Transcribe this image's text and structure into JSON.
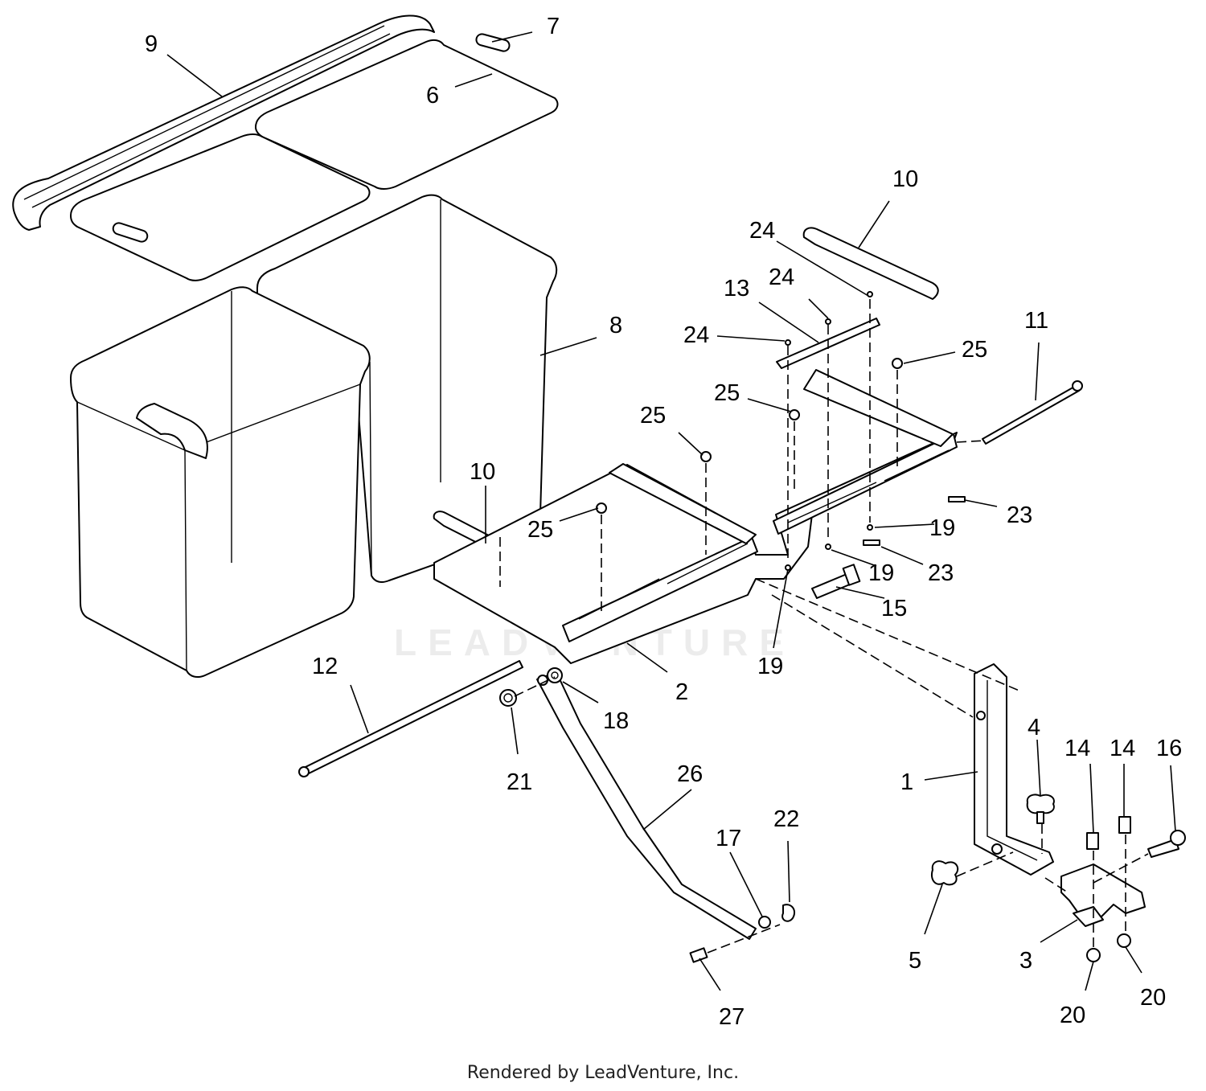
{
  "watermark": "LEADVENTURE",
  "footer": "Rendered by LeadVenture, Inc.",
  "callouts": {
    "c1": "1",
    "c2": "2",
    "c3": "3",
    "c4": "4",
    "c5": "5",
    "c6": "6",
    "c7": "7",
    "c8": "8",
    "c9": "9",
    "c10a": "10",
    "c10b": "10",
    "c11": "11",
    "c12": "12",
    "c13": "13",
    "c14a": "14",
    "c14b": "14",
    "c15": "15",
    "c16": "16",
    "c17": "17",
    "c18": "18",
    "c19a": "19",
    "c19b": "19",
    "c19c": "19",
    "c20a": "20",
    "c20b": "20",
    "c21": "21",
    "c22": "22",
    "c23a": "23",
    "c23b": "23",
    "c24a": "24",
    "c24b": "24",
    "c24c": "24",
    "c25a": "25",
    "c25b": "25",
    "c25c": "25",
    "c25d": "25",
    "c26": "26",
    "c27": "27"
  }
}
